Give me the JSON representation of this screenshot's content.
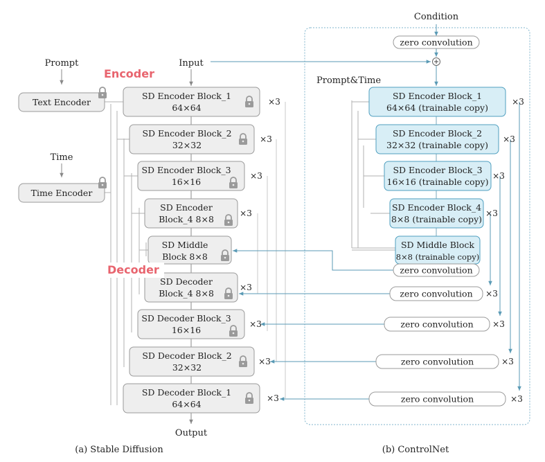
{
  "colors": {
    "tag": "#e8646e",
    "arrow": "#5a9ab5",
    "sd_fill": "#eeeeee",
    "sd_stroke": "#9a9a9a",
    "cn_fill": "#d8eef6",
    "cn_stroke": "#4f9fbf",
    "region": "#7fb4cc"
  },
  "labels": {
    "prompt": "Prompt",
    "input": "Input",
    "time": "Time",
    "condition": "Condition",
    "prompt_time": "Prompt&Time",
    "output": "Output",
    "encoder_tag": "Encoder",
    "decoder_tag": "Decoder",
    "caption_a": "(a) Stable Diffusion",
    "caption_b": "(b) ControlNet"
  },
  "encoders": {
    "text": "Text Encoder",
    "time": "Time Encoder"
  },
  "zero_conv_label": "zero convolution",
  "multiplier": "×3",
  "sd_blocks": [
    {
      "line1": "SD Encoder Block_1",
      "line2": "64×64"
    },
    {
      "line1": "SD Encoder Block_2",
      "line2": "32×32"
    },
    {
      "line1": "SD Encoder Block_3",
      "line2": "16×16"
    },
    {
      "line1": "SD Encoder",
      "line2": "Block_4 8×8"
    },
    {
      "line1": "SD Middle",
      "line2": "Block 8×8"
    },
    {
      "line1": "SD Decoder",
      "line2": "Block_4 8×8"
    },
    {
      "line1": "SD Decoder Block_3",
      "line2": "16×16"
    },
    {
      "line1": "SD Decoder Block_2",
      "line2": "32×32"
    },
    {
      "line1": "SD Decoder Block_1",
      "line2": "64×64"
    }
  ],
  "cn_blocks": [
    {
      "line1": "SD Encoder Block_1",
      "line2": "64×64 (trainable copy)"
    },
    {
      "line1": "SD Encoder Block_2",
      "line2": "32×32 (trainable copy)"
    },
    {
      "line1": "SD Encoder Block_3",
      "line2": "16×16 (trainable copy)"
    },
    {
      "line1": "SD Encoder Block_4",
      "line2": "8×8 (trainable copy)"
    },
    {
      "line1": "SD Middle Block",
      "line2": "8×8 (trainable copy)"
    }
  ]
}
